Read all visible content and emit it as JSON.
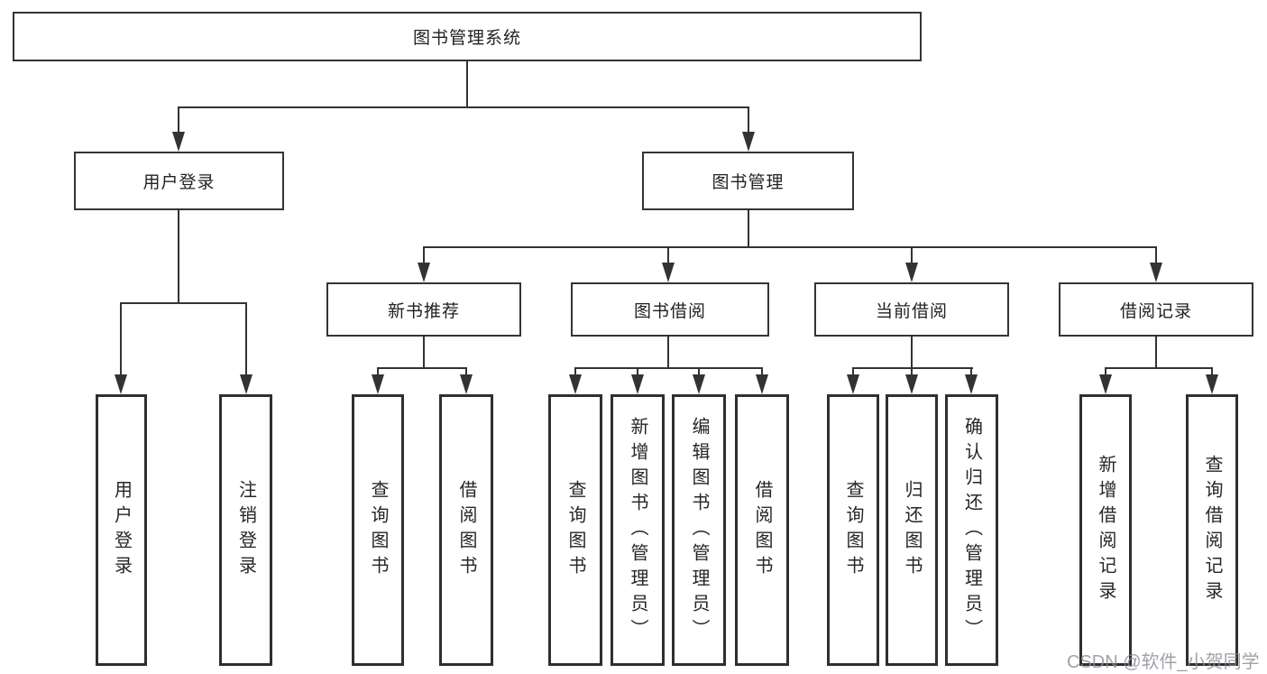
{
  "diagram_type": "hierarchy-tree",
  "tree": {
    "label": "图书管理系统",
    "children": [
      {
        "label": "用户登录",
        "children": [
          {
            "label": "用户登录"
          },
          {
            "label": "注销登录"
          }
        ]
      },
      {
        "label": "图书管理",
        "children": [
          {
            "label": "新书推荐",
            "children": [
              {
                "label": "查询图书"
              },
              {
                "label": "借阅图书"
              }
            ]
          },
          {
            "label": "图书借阅",
            "children": [
              {
                "label": "查询图书"
              },
              {
                "label": "新增图书（管理员）"
              },
              {
                "label": "编辑图书（管理员）"
              },
              {
                "label": "借阅图书"
              }
            ]
          },
          {
            "label": "当前借阅",
            "children": [
              {
                "label": "查询图书"
              },
              {
                "label": "归还图书"
              },
              {
                "label": "确认归还（管理员）"
              }
            ]
          },
          {
            "label": "借阅记录",
            "children": [
              {
                "label": "新增借阅记录"
              },
              {
                "label": "查询借阅记录"
              }
            ]
          }
        ]
      }
    ]
  },
  "watermark": {
    "text": "CSDN @软件_小贺同学"
  },
  "colors": {
    "background": "#ffffff",
    "line": "#333333",
    "box_border": "#2f2f2f",
    "text": "#222222",
    "watermark": "#8c8c96"
  }
}
